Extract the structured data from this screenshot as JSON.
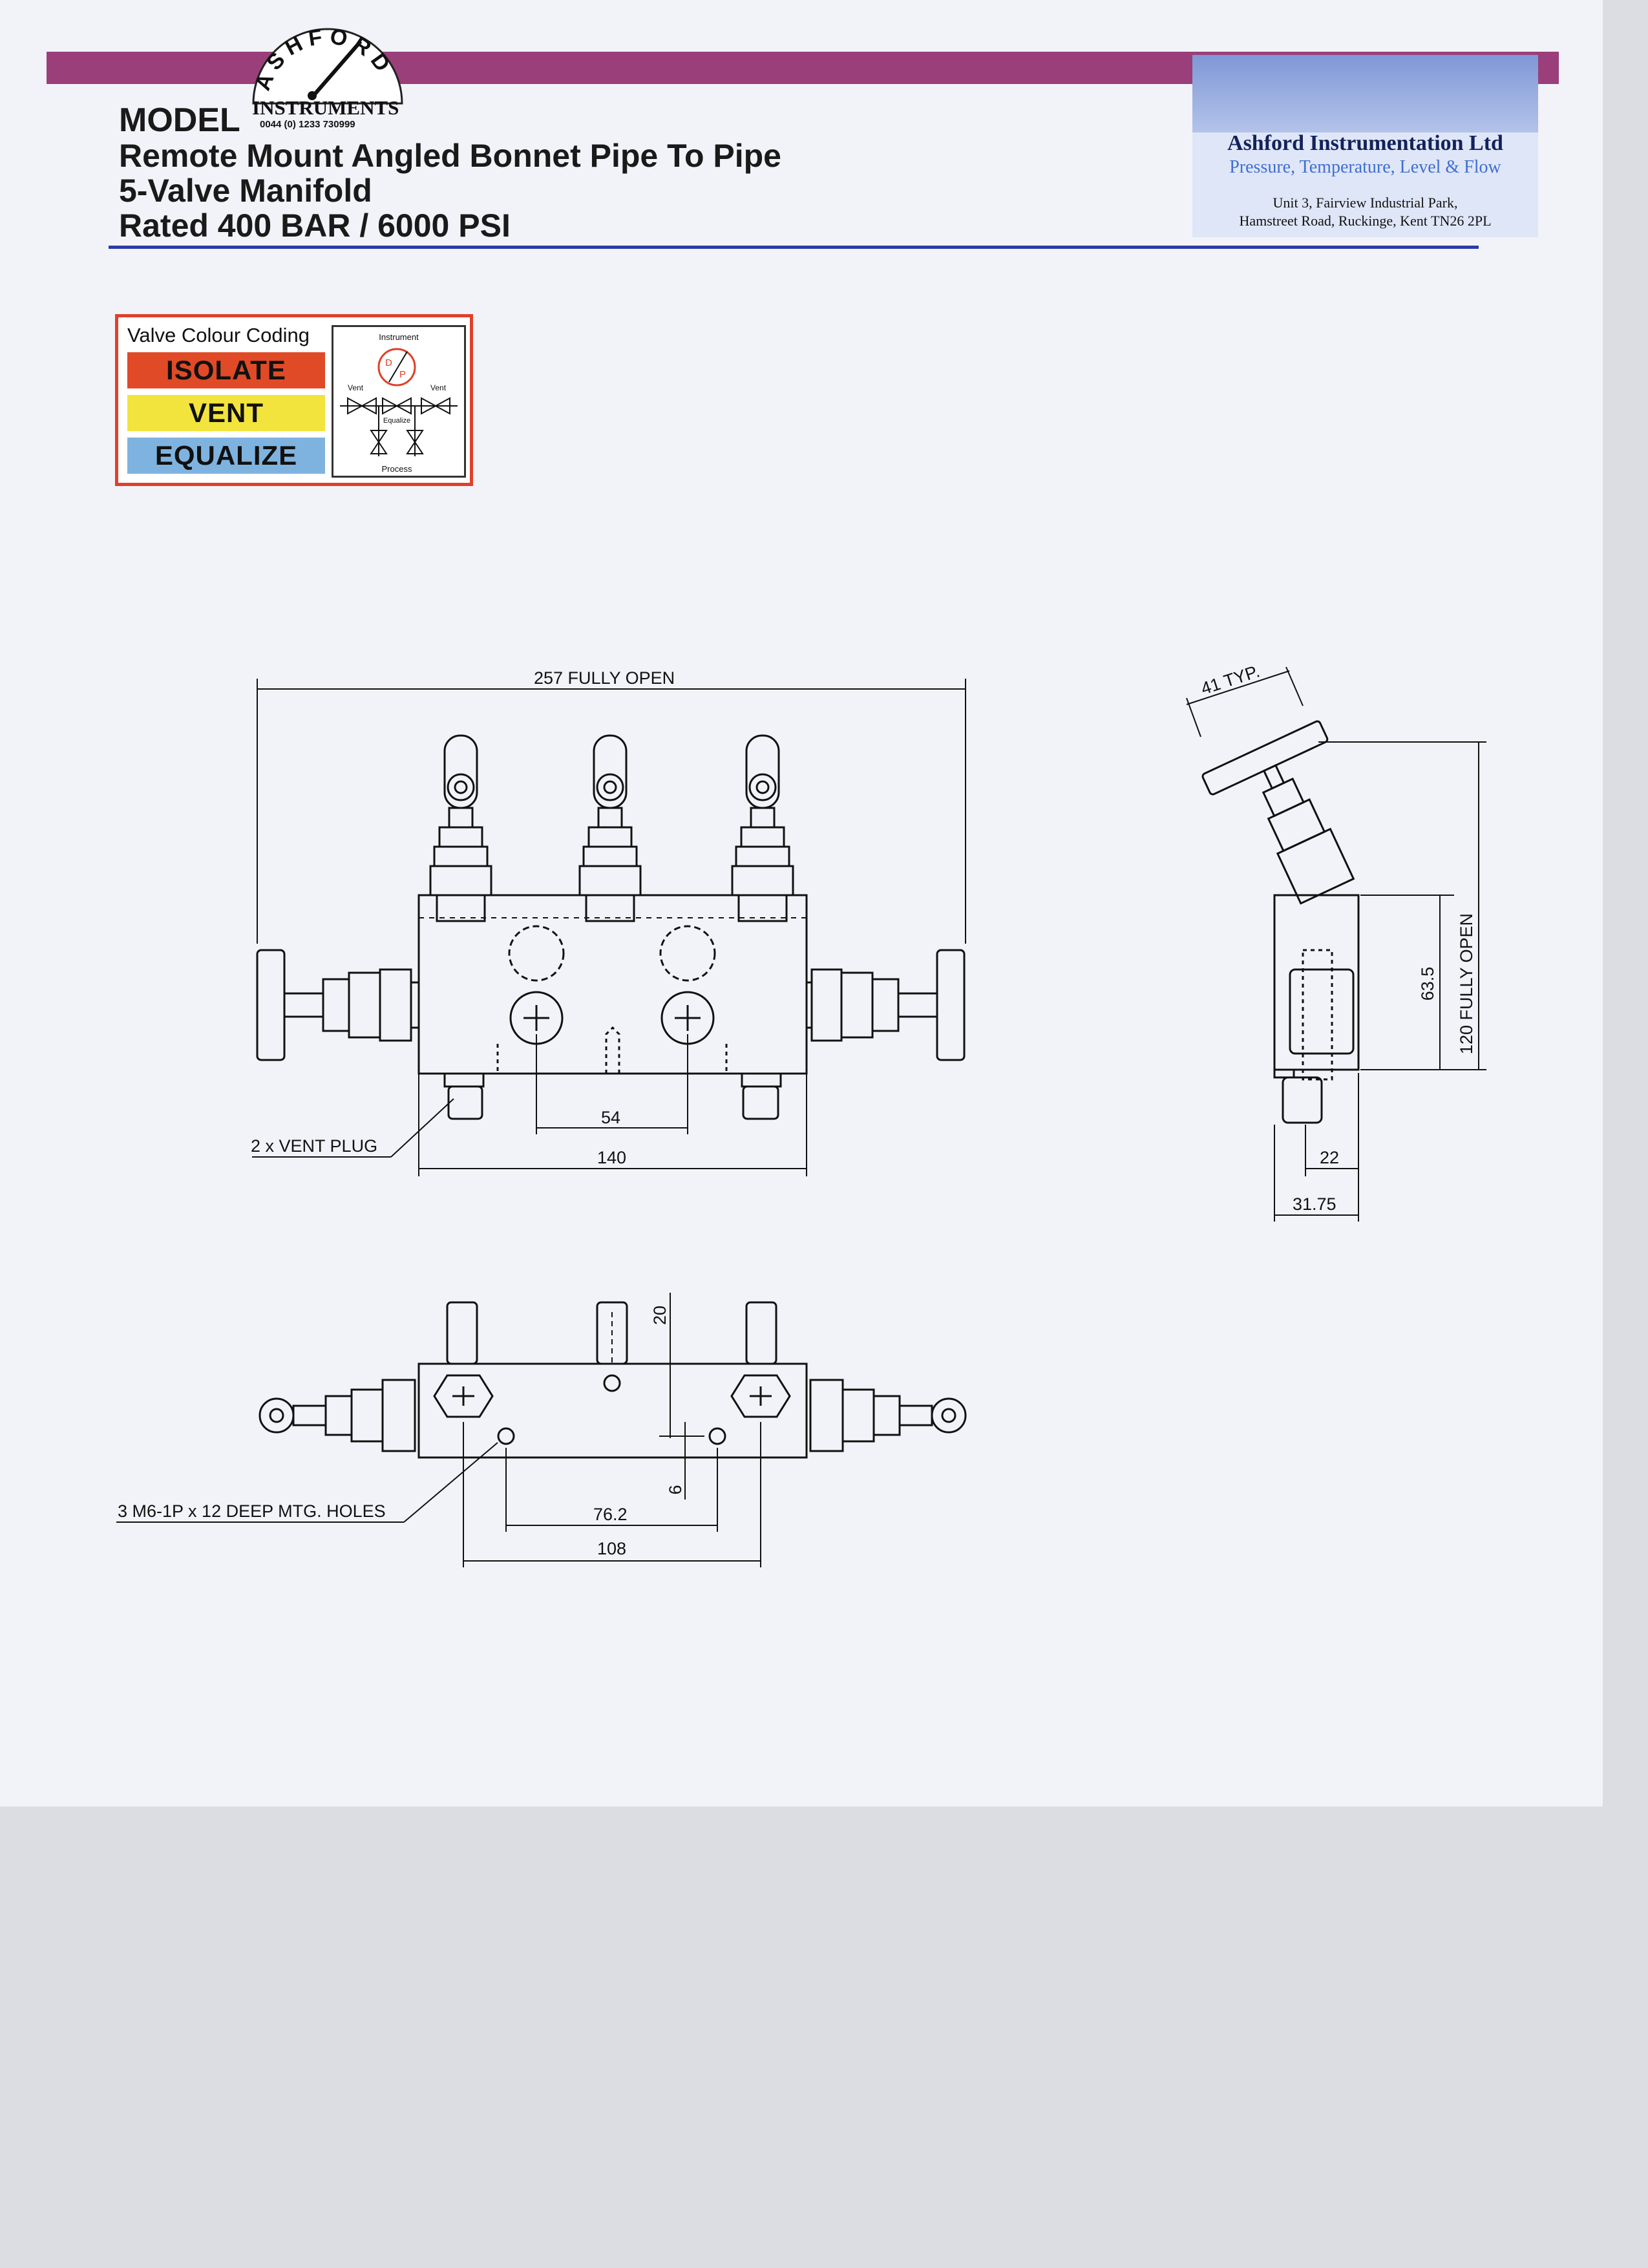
{
  "header": {
    "model_label": "MODEL",
    "line1": "Remote Mount Angled Bonnet Pipe To Pipe",
    "line2": "5-Valve Manifold",
    "line3": "Rated 400 BAR / 6000 PSI"
  },
  "logo": {
    "arc_text": "ASHFORD",
    "name": "INSTRUMENTS",
    "phone": "0044 (0) 1233 730999"
  },
  "company": {
    "name": "Ashford Instrumentation Ltd",
    "tagline": "Pressure, Temperature, Level & Flow",
    "address1": "Unit 3, Fairview Industrial Park,",
    "address2": "Hamstreet Road, Ruckinge, Kent TN26 2PL"
  },
  "legend": {
    "title": "Valve Colour Coding",
    "isolate": "ISOLATE",
    "vent": "VENT",
    "equalize": "EQUALIZE",
    "colors": {
      "isolate": "#e04a26",
      "vent": "#f2e43c",
      "equalize": "#7fb3df",
      "border": "#e0402a"
    },
    "schematic": {
      "instrument": "Instrument",
      "vent_left": "Vent",
      "vent_right": "Vent",
      "dp_d": "D",
      "dp_p": "P",
      "equalize": "Equalize",
      "process": "Process"
    }
  },
  "dimensions": {
    "fully_open_width": "257 FULLY OPEN",
    "ports_spacing": "54",
    "body_width": "140",
    "vent_plug": "2 x VENT PLUG",
    "typ": "41 TYP.",
    "fully_open_height": "120 FULLY OPEN",
    "body_height": "63.5",
    "side_22": "22",
    "side_3175": "31.75",
    "plan_20": "20",
    "plan_6": "6",
    "plan_762": "76.2",
    "plan_108": "108",
    "mounting_holes": "3 M6-1P x 12 DEEP MTG. HOLES"
  },
  "colors": {
    "header_bar": "#9a3f7a",
    "rule": "#2b3aa8"
  }
}
